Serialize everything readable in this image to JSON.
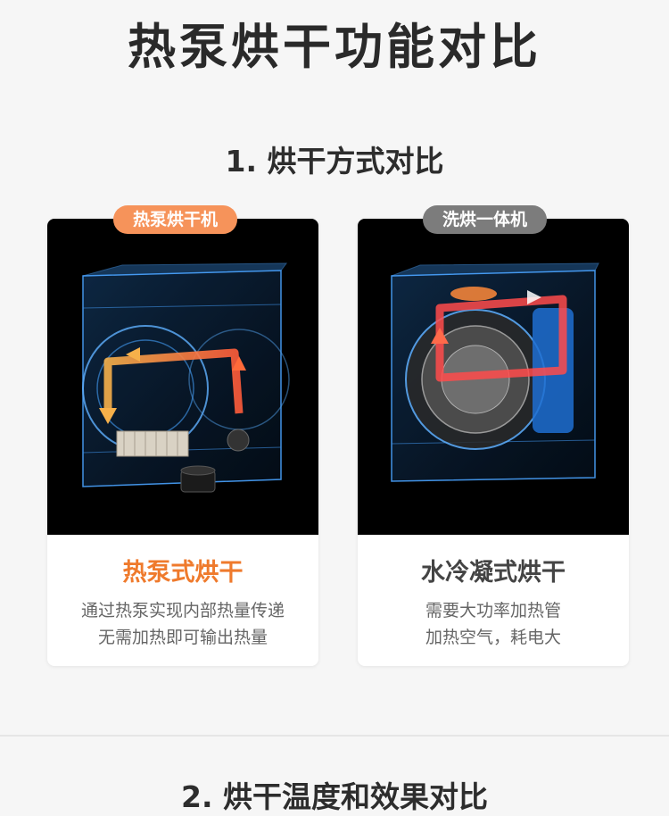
{
  "header": {
    "title": "热泵烘干功能对比"
  },
  "sections": [
    {
      "title": "1. 烘干方式对比"
    },
    {
      "title": "2. 烘干温度和效果对比"
    }
  ],
  "cards": [
    {
      "badge": "热泵烘干机",
      "name": "热泵式烘干",
      "desc_line1": "通过热泵实现内部热量传递",
      "desc_line2": "无需加热即可输出热量"
    },
    {
      "badge": "洗烘一体机",
      "name": "水冷凝式烘干",
      "desc_line1": "需要大功率加热管",
      "desc_line2": "加热空气，耗电大"
    }
  ],
  "colors": {
    "accent_orange": "#ef7a2c",
    "badge_orange": "#f6935a",
    "badge_gray": "#7c7c7c",
    "blueprint_blue": "#2f7fd6"
  }
}
